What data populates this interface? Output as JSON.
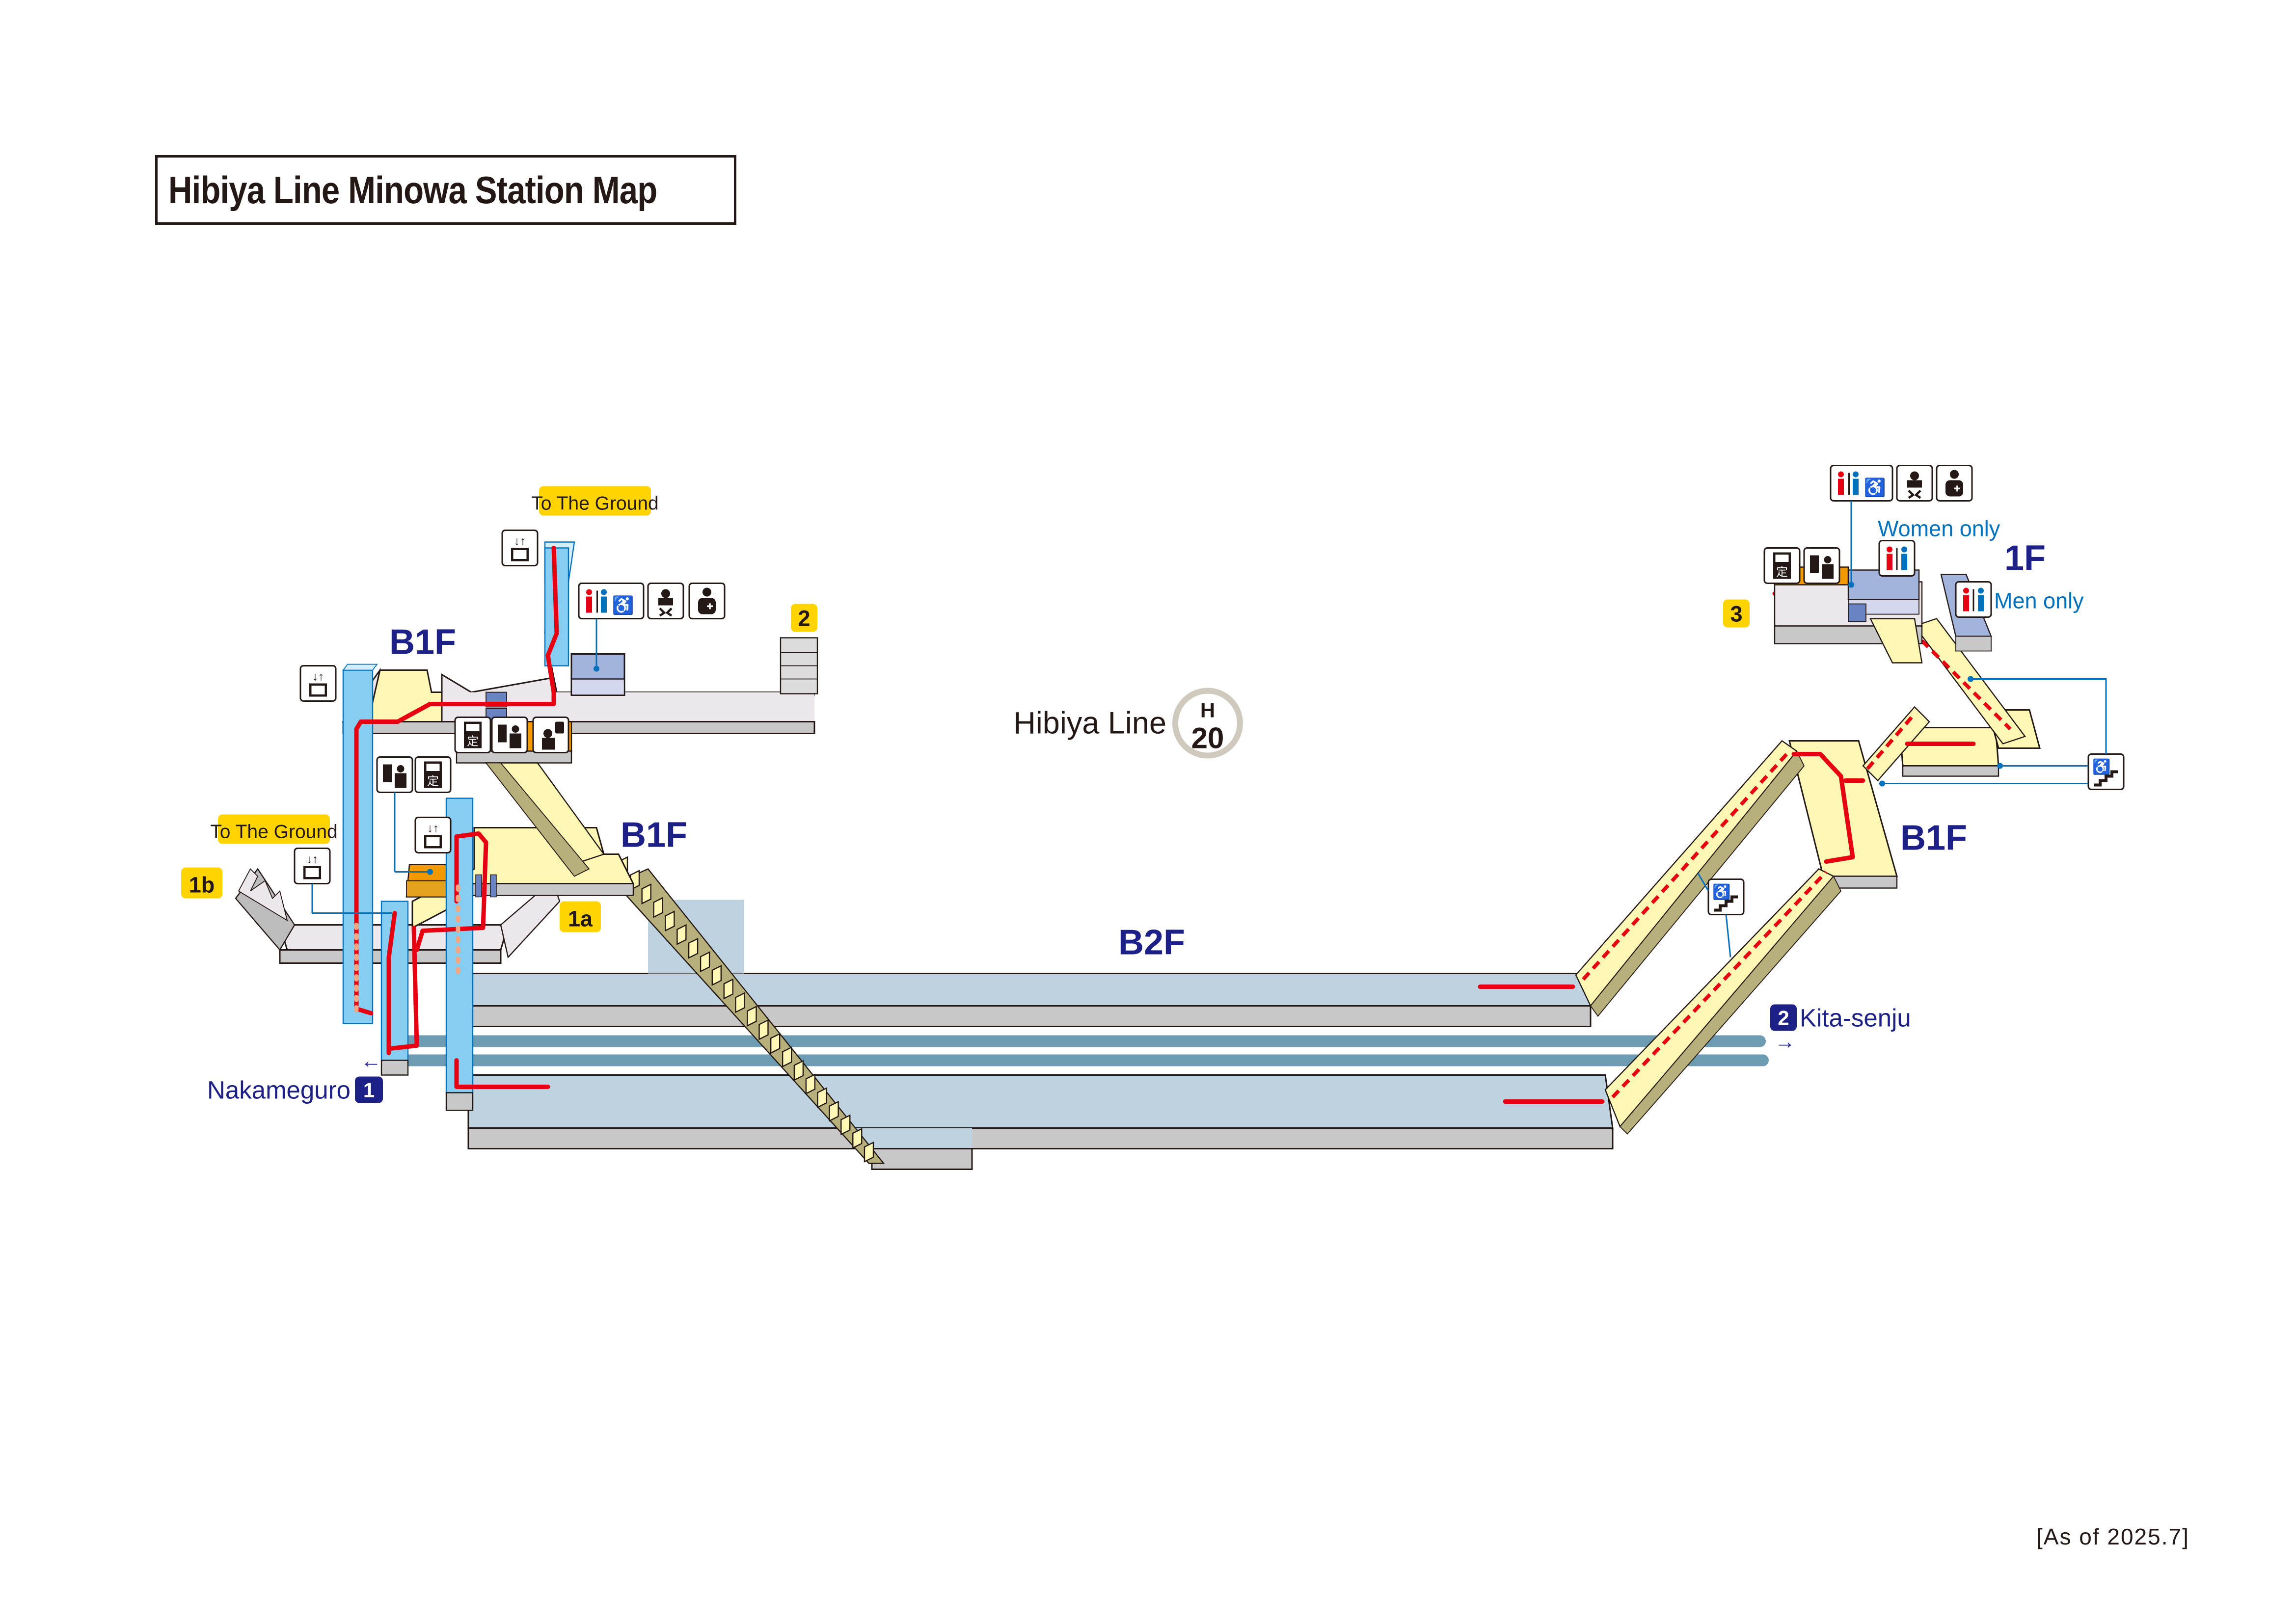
{
  "title": "Hibiya Line Minowa Station Map",
  "as_of": "[As of 2025.7]",
  "line": {
    "name": "Hibiya Line",
    "code_letter": "H",
    "code_number": "20",
    "ring_color": "#b5b5ac"
  },
  "floors": {
    "b1f_west_upper": "B1F",
    "b1f_west_lower": "B1F",
    "b1f_east": "B1F",
    "b2f": "B2F",
    "f1_east": "1F"
  },
  "exits": {
    "exit_1a": "1a",
    "exit_1b": "1b",
    "exit_2": "2",
    "exit_3": "3"
  },
  "ground_labels": {
    "upper": "To The Ground",
    "lower": "To The Ground"
  },
  "directions": {
    "west": {
      "label": "Nakameguro",
      "track": "1",
      "arrow": "←"
    },
    "east": {
      "label": "Kita-senju",
      "track": "2",
      "arrow": "→"
    }
  },
  "toilet_notes": {
    "women_only": "Women only",
    "men_only": "Men only"
  },
  "facility_icons": [
    "elevator-icon",
    "toilet-icon",
    "wheelchair-icon",
    "baby-changing-icon",
    "first-aid-icon",
    "commuter-pass-icon",
    "ticket-vending-icon",
    "station-staff-icon",
    "stair-lift-icon"
  ],
  "icon_glyphs": {
    "commuter_pass": "定",
    "elevator_arrows": "↓↑"
  },
  "colors": {
    "route_red": "#e60012",
    "floor_cream": "#fff8b4",
    "platform_blue": "#bed3df",
    "track_blue": "#6d9bb1",
    "elevator_blue": "#86cdf2",
    "concourse_gray": "#ebe7ea",
    "facility_lavender": "#a3b4dc",
    "gate_orange": "#f29a00",
    "exit_yellow": "#ffd400",
    "floor_label_navy": "#1d2087",
    "note_blue": "#0071bc"
  }
}
